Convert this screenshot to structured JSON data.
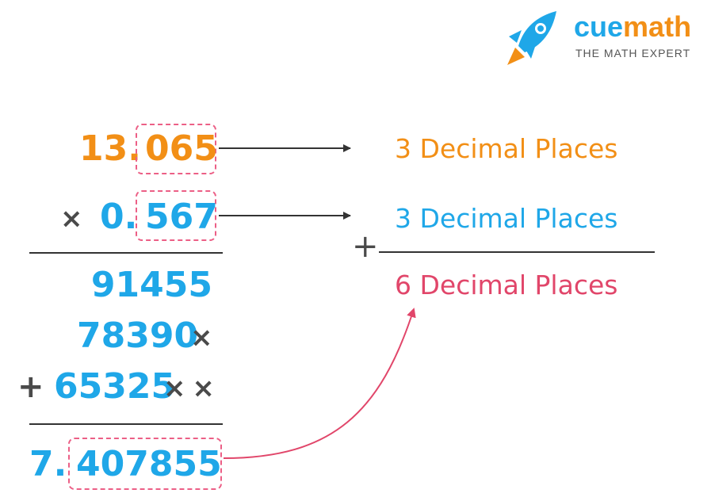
{
  "logo": {
    "brand_part1": "cue",
    "brand_part2": "math",
    "tagline": "THE MATH EXPERT",
    "colors": {
      "cue": "#1fa7e8",
      "math": "#f28f16"
    }
  },
  "multiplication": {
    "multiplicand_whole": "13.",
    "multiplicand_decimal": "065",
    "operator": "×",
    "multiplier_whole": "0.",
    "multiplier_decimal": "567",
    "partial_1": "91455",
    "partial_2": "78390",
    "partial_2_placeholder": "×",
    "partial_3_op": "+",
    "partial_3": "65325",
    "partial_3_placeholder": "× ×",
    "result_whole": "7.",
    "result_decimal": "407855"
  },
  "decimal_places": {
    "first": "3 Decimal Places",
    "second": "3 Decimal Places",
    "plus": "+",
    "total": "6 Decimal Places"
  },
  "colors": {
    "orange": "#f28f16",
    "blue": "#1fa7e8",
    "gray": "#4a4a4a",
    "red": "#e1466a",
    "dash": "#ec5f86"
  }
}
